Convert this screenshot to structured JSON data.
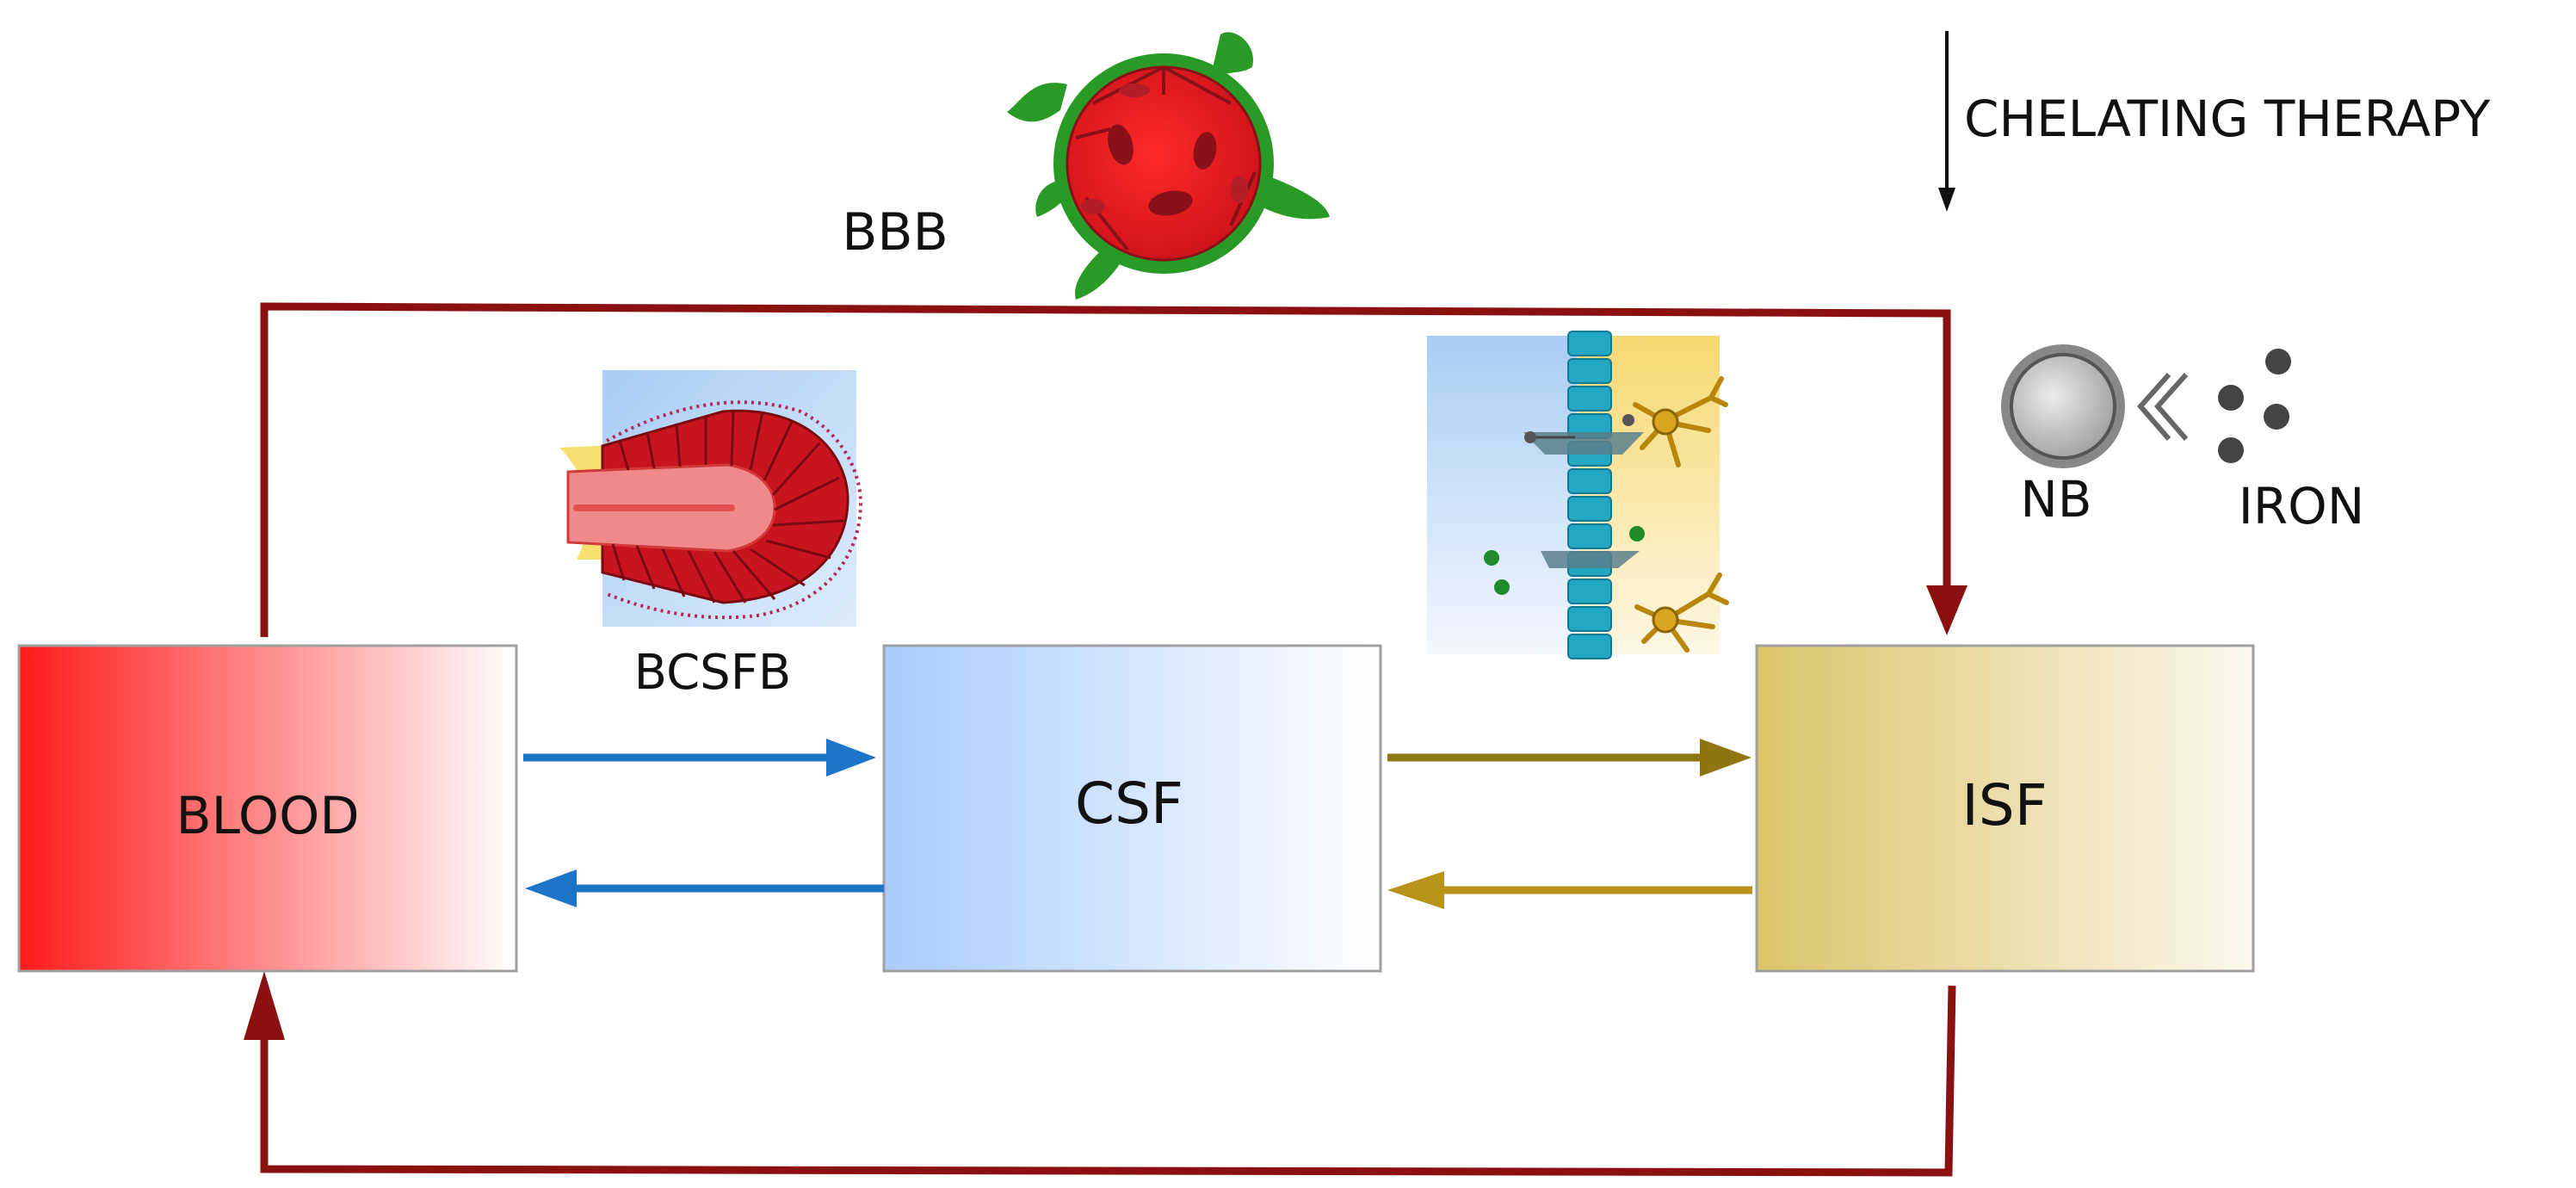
{
  "boxes": {
    "blood": {
      "label": "BLOOD",
      "color_start": "#ff1a1a",
      "color_end": "#ffffff"
    },
    "csf": {
      "label": "CSF",
      "color_start": "#a8ccff",
      "color_end": "#ffffff"
    },
    "isf": {
      "label": "ISF",
      "color_start": "#dcc46a",
      "color_end": "#fcf8ee"
    }
  },
  "barriers": {
    "bbb": "BBB",
    "bcsfb": "BCSFB"
  },
  "chelation": {
    "label": "CHELATING THERAPY",
    "nb_label": "NB",
    "iron_label": "IRON"
  },
  "colors": {
    "bbb_loop": "#8b1010",
    "blood_csf_arrows": "#1e74c9",
    "csf_isf_arrows": "#8f7410",
    "isf_csf_arrow": "#b8931a",
    "bbb_cell_red": "#e8202a",
    "pericyte_green": "#2a9a26",
    "ependyma_cyan": "#22a8c4",
    "neuron_gold": "#b8860b"
  },
  "icons": {
    "bbb": "brain-capillary-cross-section-icon",
    "bcsfb": "choroid-plexus-villus-icon",
    "isf_interface": "ependymal-layer-neuron-icon",
    "nb": "nanoparticle-icon",
    "iron": "iron-particles-icon"
  }
}
